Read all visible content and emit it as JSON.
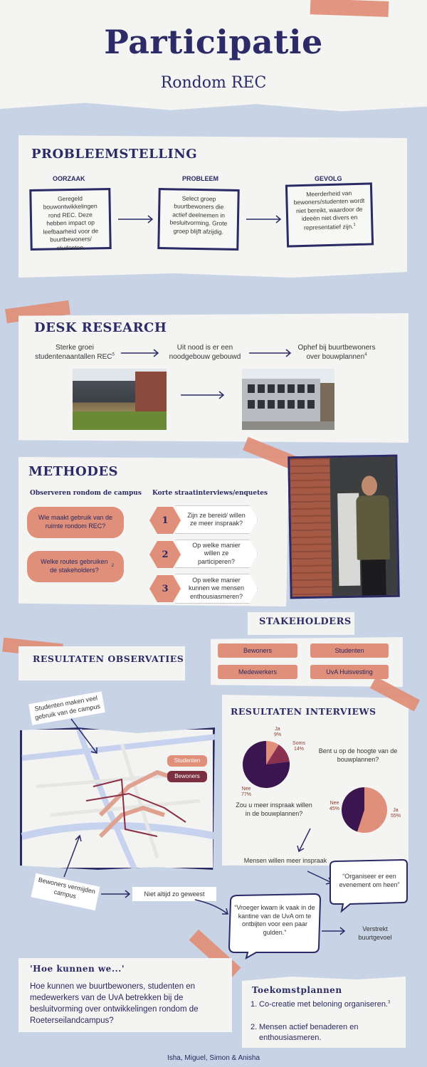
{
  "header": {
    "title": "Participatie",
    "subtitle": "Rondom REC"
  },
  "probleemstelling": {
    "heading": "PROBLEEMSTELLING",
    "oorzaak_label": "OORZAAK",
    "oorzaak_text": "Geregeld bouwontwikkelingen rond REC. Deze hebben impact op leefbaarheid voor de buurtbewoners/ studenten.",
    "probleem_label": "PROBLEEM",
    "probleem_text": "Select groep buurtbewoners die actief deelnemen in besluitvorming. Grote groep blijft afzijdig.",
    "gevolg_label": "GEVOLG",
    "gevolg_text": "Meerderheid van bewoners/studenten wordt niet bereikt, waardoor de ideeën niet divers en representatief zijn.",
    "gevolg_ref": "1"
  },
  "desk": {
    "heading": "DESK RESEARCH",
    "step1": "Sterke groei studentenaantallen REC",
    "step1_ref": "5",
    "step2": "Uit nood is er een noodgebouw gebouwd",
    "step3": "Ophef bij buurtbewoners over bouwplannen",
    "step3_ref": "4"
  },
  "methodes": {
    "heading": "METHODES",
    "obs_title": "Observeren rondom de campus",
    "obs_q1": "Wie maakt gebruik van de ruimte rondom REC?",
    "obs_q2": "Welke routes gebruiken de stakeholders?",
    "obs_q2_ref": "2",
    "int_title": "Korte straatinterviews/enquetes",
    "items": [
      {
        "num": "1",
        "text": "Zijn ze bereid/ willen ze meer inspraak?"
      },
      {
        "num": "2",
        "text": "Op welke manier willen ze participeren?"
      },
      {
        "num": "3",
        "text": "Op welke manier kunnen we mensen enthousiasmeren?"
      }
    ]
  },
  "stakeholders": {
    "heading": "STAKEHOLDERS",
    "items": [
      "Bewoners",
      "Studenten",
      "Medewerkers",
      "UvA Huisvesting"
    ]
  },
  "observaties": {
    "heading": "RESULTATEN OBSERVATIES",
    "note1": "Studenten maken veel gebruik van de campus",
    "legend_students": "Studenten",
    "legend_residents": "Bewoners",
    "note2": "Bewoners vermijden campus",
    "note3": "Niet altijd zo geweest"
  },
  "interviews": {
    "heading": "RESULTATEN INTERVIEWS",
    "q1": "Bent u op de hoogte van de bouwplannen?",
    "q2": "Zou  u meer inspraak willen in de bouwplannen?",
    "finding": "Mensen willen meer inspraak",
    "quote1": "“Organiseer er een evenement om heen”",
    "quote2": "“Vroeger kwam ik vaak in de kantine van de UvA om te ontbijten voor een paar gulden.”",
    "result": "Verstrekt buurtgevoel"
  },
  "chart_data": [
    {
      "type": "pie",
      "categories": [
        "Ja",
        "Soms",
        "Nee"
      ],
      "values": [
        9,
        14,
        77
      ],
      "labels": [
        "Ja\n9%",
        "Soms\n14%",
        "Nee\n77%"
      ],
      "colors": [
        "#e0907a",
        "#8a3050",
        "#3a1550"
      ]
    },
    {
      "type": "pie",
      "categories": [
        "Ja",
        "Nee"
      ],
      "values": [
        55,
        45
      ],
      "labels": [
        "Ja\n55%",
        "Nee\n45%"
      ],
      "colors": [
        "#e0907a",
        "#3a1550"
      ]
    }
  ],
  "hoe": {
    "heading": "'Hoe kunnen we...'",
    "text": "Hoe kunnen we buurtbewoners, studenten en medewerkers van de UvA betrekken bij de besluitvorming over ontwikkelingen rondom de Roeterseilandcampus?"
  },
  "toekomst": {
    "heading": "Toekomstplannen",
    "item1": "Co-creatie met beloning organiseren.",
    "item1_ref": "3",
    "item2": "Mensen actief benaderen en enthousiasmeren."
  },
  "footer": {
    "authors": "Isha, Miguel, Simon & Anisha"
  }
}
